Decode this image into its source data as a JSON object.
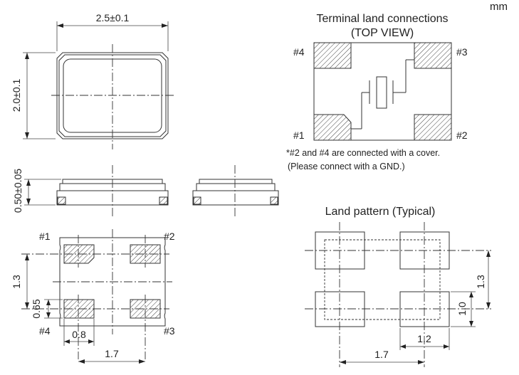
{
  "unit_label": "mm",
  "top_view": {
    "width_dim": "2.5±0.1",
    "height_dim": "2.0±0.1"
  },
  "side_view": {
    "thickness_dim": "0.50±0.05"
  },
  "bottom_view": {
    "pin_labels": [
      "#1",
      "#2",
      "#4",
      "#3"
    ],
    "pitch_vertical": "1.3",
    "pad_height": "0.65",
    "pad_width": "0.8",
    "pitch_horizontal": "1.7"
  },
  "terminal_connections": {
    "title_line1": "Terminal land connections",
    "title_line2": "(TOP VIEW)",
    "pin_labels": [
      "#4",
      "#3",
      "#1",
      "#2"
    ],
    "note_line1": "*#2 and #4 are connected with a cover.",
    "note_line2": "(Please connect with a GND.)"
  },
  "land_pattern": {
    "title": "Land pattern (Typical)",
    "pitch_vertical": "1.3",
    "land_height": "1.0",
    "land_width": "1.2",
    "pitch_horizontal": "1.7"
  }
}
